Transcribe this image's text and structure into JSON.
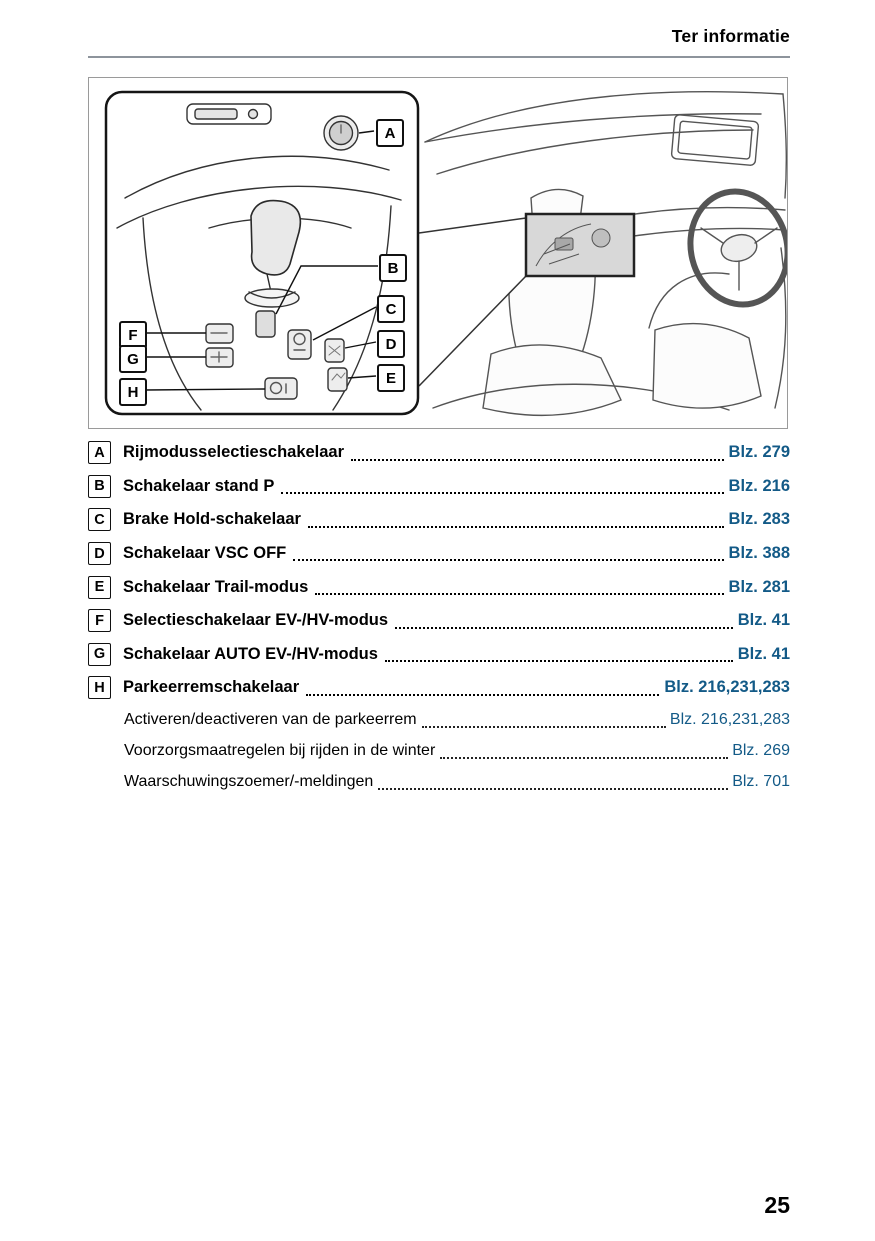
{
  "header": {
    "title": "Ter informatie"
  },
  "figure": {
    "callouts": [
      "A",
      "B",
      "C",
      "D",
      "E",
      "F",
      "G",
      "H"
    ]
  },
  "index": {
    "items": [
      {
        "key": "A",
        "label": "Rijmodusselectieschakelaar",
        "page": "Blz. 279"
      },
      {
        "key": "B",
        "label": "Schakelaar stand P",
        "page": "Blz. 216"
      },
      {
        "key": "C",
        "label": "Brake Hold-schakelaar",
        "page": "Blz. 283"
      },
      {
        "key": "D",
        "label": "Schakelaar VSC OFF",
        "page": "Blz. 388"
      },
      {
        "key": "E",
        "label": "Schakelaar Trail-modus",
        "page": "Blz. 281"
      },
      {
        "key": "F",
        "label": "Selectieschakelaar EV-/HV-modus",
        "page": "Blz. 41"
      },
      {
        "key": "G",
        "label": "Schakelaar AUTO EV-/HV-modus",
        "page": "Blz. 41"
      },
      {
        "key": "H",
        "label": "Parkeerremschakelaar",
        "page": "Blz. 216,231,283"
      }
    ],
    "subitems": [
      {
        "label": "Activeren/deactiveren van de parkeerrem",
        "page": "Blz. 216,231,283"
      },
      {
        "label": "Voorzorgsmaatregelen bij rijden in de winter",
        "page": "Blz. 269"
      },
      {
        "label": "Waarschuwingszoemer/-meldingen",
        "page": "Blz. 701"
      }
    ]
  },
  "footer": {
    "page_number": "25"
  },
  "colors": {
    "reference_link_blue": "#135a87",
    "header_rule_gray": "#8d949c"
  }
}
